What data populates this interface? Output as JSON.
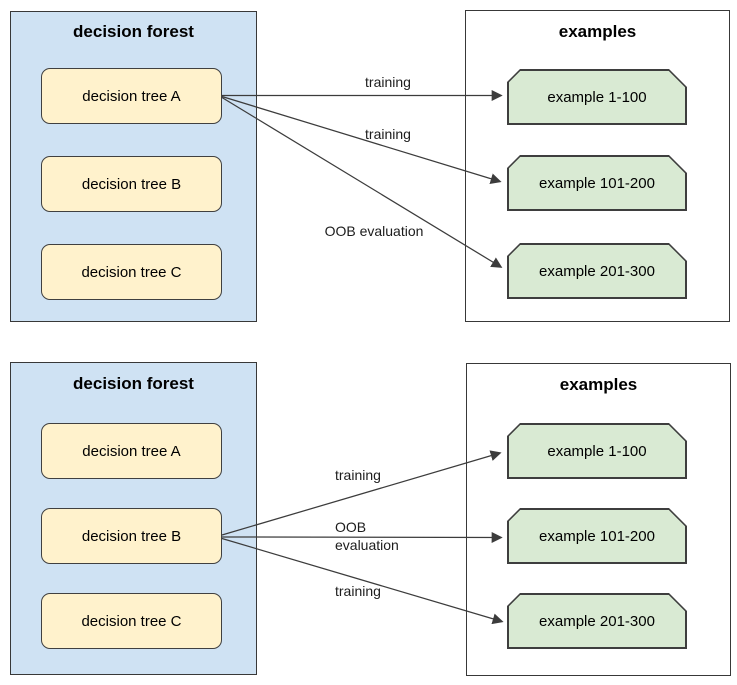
{
  "colors": {
    "forest_fill": "#cfe2f3",
    "tree_fill": "#fff2cc",
    "example_fill": "#d9ead3",
    "border": "#3e3e3e",
    "arrow": "#3c3c3c"
  },
  "panels": [
    {
      "forest": {
        "title": "decision forest",
        "trees": [
          "decision tree A",
          "decision tree B",
          "decision tree C"
        ]
      },
      "examples": {
        "title": "examples",
        "items": [
          "example 1-100",
          "example 101-200",
          "example 201-300"
        ]
      },
      "source_tree": "decision tree A",
      "arrows": [
        {
          "label": "training",
          "from": "decision tree A",
          "to": "example 1-100"
        },
        {
          "label": "training",
          "from": "decision tree A",
          "to": "example 101-200"
        },
        {
          "label": "OOB evaluation",
          "from": "decision tree A",
          "to": "example 201-300"
        }
      ]
    },
    {
      "forest": {
        "title": "decision forest",
        "trees": [
          "decision tree A",
          "decision tree B",
          "decision tree C"
        ]
      },
      "examples": {
        "title": "examples",
        "items": [
          "example 1-100",
          "example 101-200",
          "example 201-300"
        ]
      },
      "source_tree": "decision tree B",
      "arrows": [
        {
          "label": "training",
          "from": "decision tree B",
          "to": "example 1-100"
        },
        {
          "label": "OOB evaluation",
          "from": "decision tree B",
          "to": "example 101-200"
        },
        {
          "label": "training",
          "from": "decision tree B",
          "to": "example 201-300"
        }
      ]
    }
  ]
}
